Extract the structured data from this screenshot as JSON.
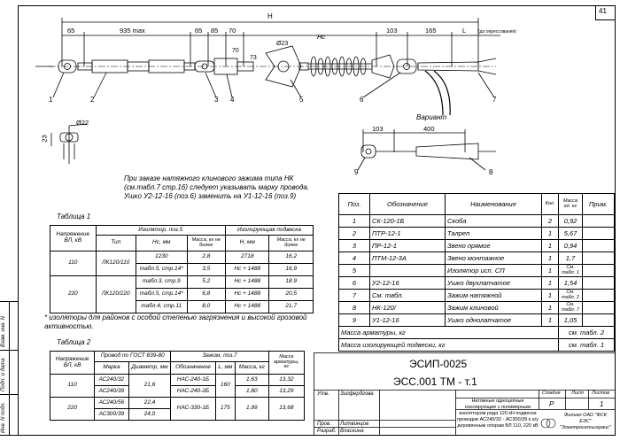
{
  "page_number": "41",
  "drawing": {
    "dims_top": {
      "H": "H",
      "d65a": "65",
      "d935": "935 max",
      "d65b": "65",
      "d85": "85",
      "d70": "70",
      "d70b": "70",
      "d73": "73",
      "d23": "Ø23",
      "Hc": "Hc",
      "d103": "103",
      "d165": "165",
      "L": "L",
      "L_note": "(до опрессования)"
    },
    "callouts": [
      "1",
      "2",
      "3",
      "4",
      "5",
      "6",
      "7",
      "8",
      "9"
    ],
    "detail_dims": {
      "d22": "Ø22",
      "d23": "23"
    },
    "variant": {
      "title": "Вариант",
      "d103": "103",
      "d400": "400"
    }
  },
  "note_order": [
    "При заказе натяжного клинового зажима типа НК",
    "(см.табл.7 стр.16) следует указывать марку провода.",
    "Ушко У2-12-16 (поз.6) заменить на У1-12-16 (поз.9)"
  ],
  "table1": {
    "caption": "Таблица 1",
    "head": {
      "voltage": "Напряжение ВЛ, кВ",
      "insulator": "Изолятор, поз.5",
      "type": "Тип",
      "hc": "Нс, мм",
      "mass_ins": "Масса, кг не более",
      "suspension": "Изолирующая подвеска",
      "h": "Н, мм",
      "mass_susp": "Масса, кг не более"
    },
    "groups": [
      {
        "voltage": "110",
        "type": "ЛК120/110",
        "rows": [
          {
            "hc": "1230",
            "mass": "2,8",
            "h": "2718",
            "mass2": "16,2"
          },
          {
            "hc": "табл.5, стр.14*",
            "mass": "3,5",
            "h": "Нс + 1488",
            "mass2": "16,9"
          }
        ]
      },
      {
        "voltage": "220",
        "type": "ЛК120/220",
        "rows": [
          {
            "hc": "табл.3, стр.9",
            "mass": "5,2",
            "h": "Нс + 1488",
            "mass2": "18.9"
          },
          {
            "hc": "табл.5, стр.14*",
            "mass": "6,8",
            "h": "Нс + 1488",
            "mass2": "20,5"
          },
          {
            "hc": "табл.4, стр.11",
            "mass": "8,0",
            "h": "Нс + 1488",
            "mass2": "21,7"
          }
        ]
      }
    ],
    "footnote": "* изоляторы для районов с особой степенью загрязнения и высокой грозовой активностью."
  },
  "table2": {
    "caption": "Таблица 2",
    "head": {
      "voltage": "Напряжение ВЛ, кВ",
      "wire": "Провод по ГОСТ 839-80",
      "brand": "Марка",
      "diam": "Диаметр, мм",
      "clamp": "Зажим, поз.7",
      "designation": "Обозначение",
      "l": "L, мм",
      "mass": "Масса, кг",
      "mass_arm": "Масса арматуры, кг"
    },
    "groups": [
      {
        "voltage": "110",
        "brands": [
          "АС240/32",
          "АС240/39"
        ],
        "diam": "21,6",
        "clamps": [
          "НАС-240-1Б",
          "НАС-240-2Б"
        ],
        "l": "160",
        "masses": [
          "1,63",
          "1,80"
        ],
        "arm": [
          "13,32",
          "13,29"
        ]
      },
      {
        "voltage": "220",
        "brands": [
          "АС240/56",
          "АС300/39"
        ],
        "diam": [
          "22,4",
          "24,0"
        ],
        "clamps": [
          "НАС-330-1Б"
        ],
        "l": "175",
        "masses": [
          "1,99"
        ],
        "arm": [
          "13,68"
        ]
      }
    ]
  },
  "spec": {
    "head": {
      "pos": "Поз.",
      "designation": "Обозначение",
      "name": "Наименование",
      "qty": "Кол.",
      "mass": "Масса ед. кг",
      "note": "Прим."
    },
    "rows": [
      {
        "pos": "1",
        "designation": "СК-120-1Б",
        "name": "Скоба",
        "qty": "2",
        "mass": "0,92"
      },
      {
        "pos": "2",
        "designation": "ПТР-12-1",
        "name": "Талреп",
        "qty": "1",
        "mass": "5,67"
      },
      {
        "pos": "3",
        "designation": "ПР-12-1",
        "name": "Звено прямое",
        "qty": "1",
        "mass": "0,94"
      },
      {
        "pos": "4",
        "designation": "ПТМ-12-3А",
        "name": "Звено монтажное",
        "qty": "1",
        "mass": "1,7"
      },
      {
        "pos": "5",
        "designation": "",
        "name": "Изолятор исп. СП",
        "qty": "1",
        "mass": "См. табл. 1"
      },
      {
        "pos": "6",
        "designation": "У2-12-16",
        "name": "Ушко двухлапчатое",
        "qty": "1",
        "mass": "1,54"
      },
      {
        "pos": "7",
        "designation": "См. табл.",
        "name": "Зажим натяжной",
        "qty": "1",
        "mass": "См. табл. 2"
      },
      {
        "pos": "8",
        "designation": "НК-120/",
        "name": "Зажим клиновой",
        "qty": "1",
        "mass": "См. табл. 7"
      },
      {
        "pos": "9",
        "designation": "У1-12-16",
        "name": "Ушко однолапчатое",
        "qty": "1",
        "mass": "1,05"
      }
    ],
    "mass_fittings": "Масса арматуры, кг",
    "mass_fittings_ref": "см. табл. 2",
    "mass_suspension": "Масса изолирующей подвески, кг",
    "mass_suspension_ref": "см. табл. 1"
  },
  "title_block": {
    "code1": "ЭСИП-0025",
    "code2": "ЭСС.001 ТМ - т.1",
    "description": "Натяжные одноцепные изолирующие с полимерным изолятором ряда 120 кН подвески проводов АС240/32 - АС300/39 к а/у деревянным опорам ВЛ 110, 220 кВ",
    "stage_label": "Стадия",
    "sheet_label": "Лист",
    "sheets_label": "Листов",
    "stage": "Р",
    "sheet": "",
    "sheets": "1",
    "approved_role": "Утв.",
    "approved_name": "Зигфердгова",
    "developed_role": "Пров.",
    "developed_name": "Литвинцов",
    "drafted_role": "Разраб.",
    "drafted_name": "Власкина",
    "org": "Филиал ОАО \"ФСК ЕЭС\" \"Электросетьсервис\""
  },
  "side_labels": [
    "Взам. инв. N",
    "Подп. и дата",
    "Инв. N подл."
  ]
}
